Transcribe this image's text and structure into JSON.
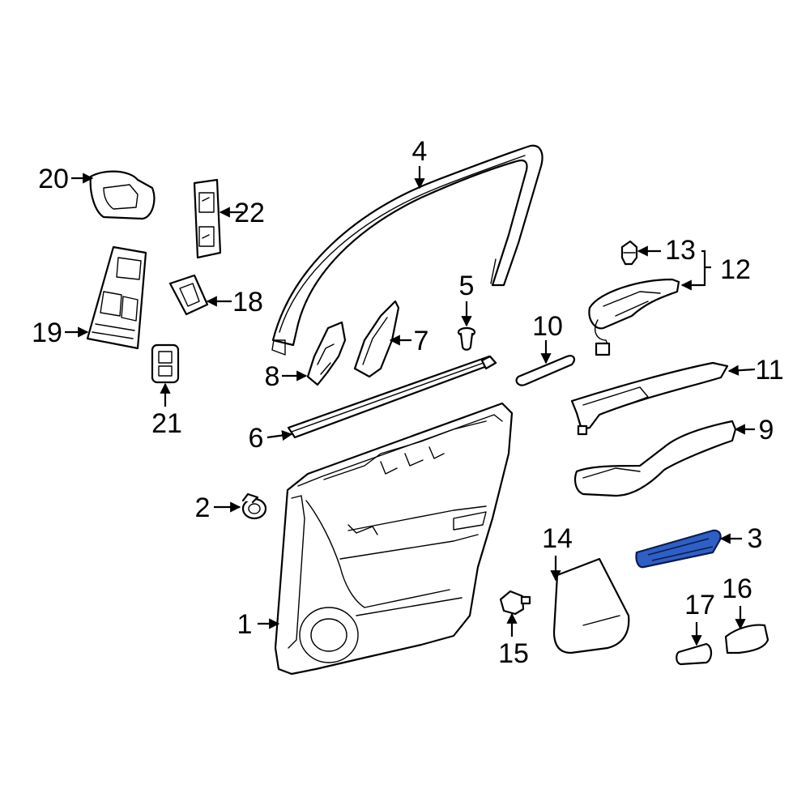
{
  "diagram": {
    "highlighted_part": "3",
    "highlight_color": "#2e5fc4",
    "callouts": [
      {
        "id": "c1",
        "text": "1"
      },
      {
        "id": "c2",
        "text": "2"
      },
      {
        "id": "c3",
        "text": "3"
      },
      {
        "id": "c4",
        "text": "4"
      },
      {
        "id": "c5",
        "text": "5"
      },
      {
        "id": "c6",
        "text": "6"
      },
      {
        "id": "c7",
        "text": "7"
      },
      {
        "id": "c8",
        "text": "8"
      },
      {
        "id": "c9",
        "text": "9"
      },
      {
        "id": "c10",
        "text": "10"
      },
      {
        "id": "c11",
        "text": "11"
      },
      {
        "id": "c12",
        "text": "12"
      },
      {
        "id": "c13",
        "text": "13"
      },
      {
        "id": "c14",
        "text": "14"
      },
      {
        "id": "c15",
        "text": "15"
      },
      {
        "id": "c16",
        "text": "16"
      },
      {
        "id": "c17",
        "text": "17"
      },
      {
        "id": "c18",
        "text": "18"
      },
      {
        "id": "c19",
        "text": "19"
      },
      {
        "id": "c20",
        "text": "20"
      },
      {
        "id": "c21",
        "text": "21"
      },
      {
        "id": "c22",
        "text": "22"
      }
    ]
  }
}
